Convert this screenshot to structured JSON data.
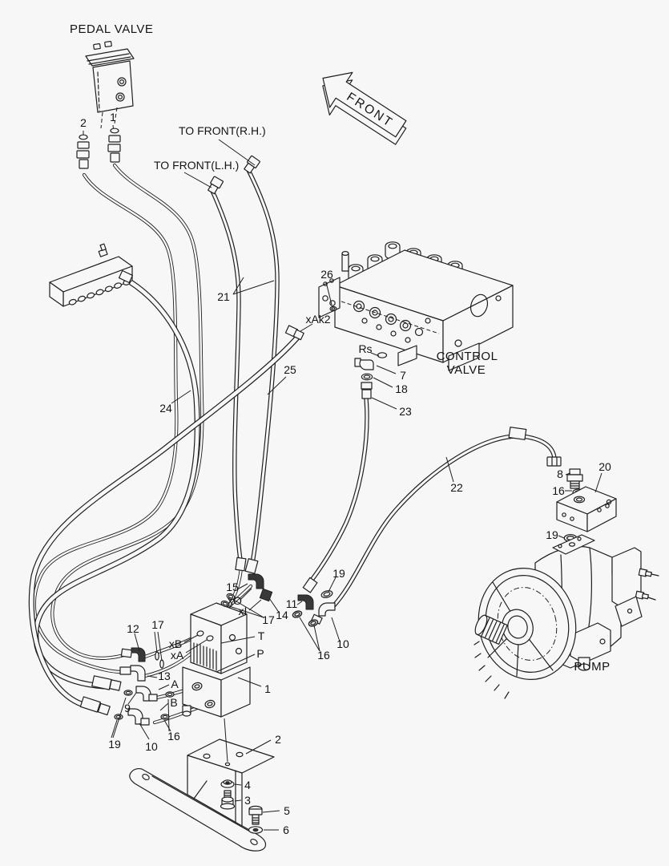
{
  "colors": {
    "background": "#f7f7f7",
    "line": "#1f1f1f"
  },
  "labels": {
    "pedal_valve": "PEDAL VALVE",
    "to_front_rh": "TO FRONT(R.H.)",
    "to_front_lh": "TO FRONT(L.H.)",
    "front": "FRONT",
    "control_valve_1": "CONTROL",
    "control_valve_2": "VALVE",
    "pump": "PUMP"
  },
  "ports": {
    "xak2": "xAk2",
    "rs": "Rs",
    "xo": "xO",
    "xi": "xI",
    "xb": "xB",
    "xa": "xA",
    "t": "T",
    "p": "P",
    "a": "A",
    "b": "B"
  },
  "callouts": {
    "pedal_hose_1": "1",
    "pedal_hose_2": "2",
    "hoses_21": "21",
    "hose_22": "22",
    "hose_23": "23",
    "hose_24": "24",
    "hose_25": "25",
    "plug_26": "26",
    "elbow_7": "7",
    "oring_18": "18",
    "fitting_8": "8",
    "block_20": "20",
    "oring_16_pump": "16",
    "oring_19_pump": "19",
    "elbow_15": "15",
    "oring_19_mid": "19",
    "elbow_11": "11",
    "nut_14": "14",
    "orings_17_right": "17",
    "elbow_10_right": "10",
    "orings_16_right": "16",
    "valve_block_1": "1",
    "elbow_12": "12",
    "orings_17_left": "17",
    "elbow_13": "13",
    "elbow_9": "9",
    "orings_19_left": "19",
    "elbow_10_left": "10",
    "orings_16_left": "16",
    "bracket_2": "2",
    "nut_4": "4",
    "bolt_3": "3",
    "bolt_5": "5",
    "washer_6": "6"
  }
}
